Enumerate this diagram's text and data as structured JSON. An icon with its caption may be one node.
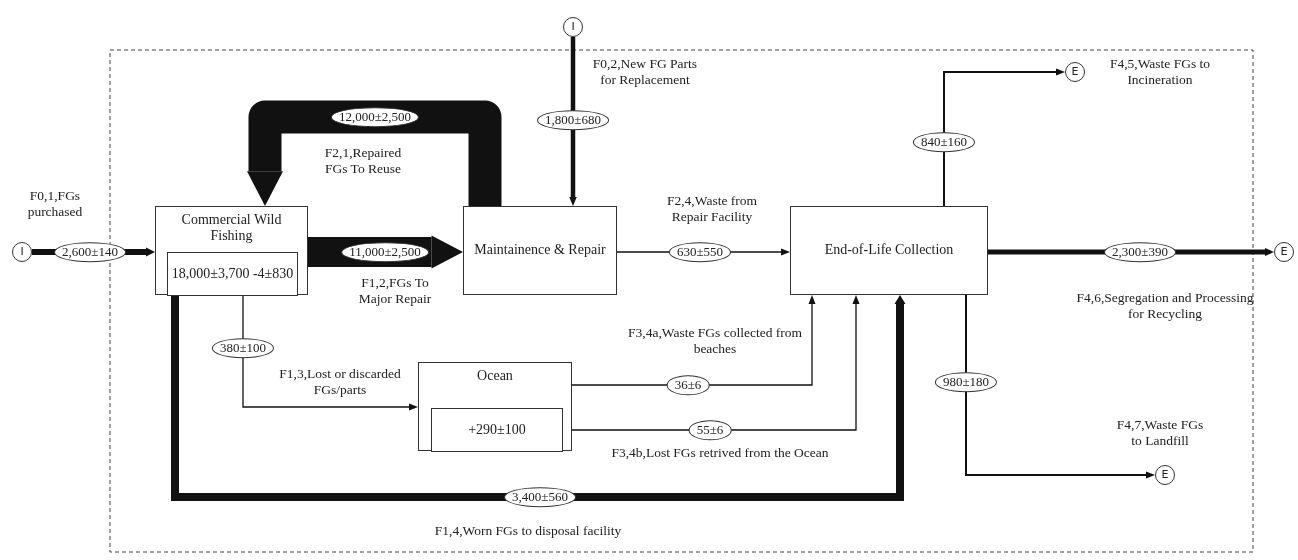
{
  "diagram": {
    "nodes": [
      {
        "text": [
          "I"
        ],
        "beside": [
          "F0,2,New FG Parts for Replacement"
        ]
      },
      {
        "text": [
          "I"
        ],
        "beside": [
          "F0,1,FGs purchased"
        ]
      },
      {
        "text": [
          "Commercial Wild Fishing"
        ]
      },
      {
        "text": [
          "18,000±3,700 -4±830"
        ],
        "in": 2
      },
      {
        "text": [
          "Maintainence & Repair"
        ]
      },
      {
        "text": [
          "End-of-Life Collection"
        ]
      },
      {
        "text": [
          "E"
        ],
        "beside": [
          "F4,5,Waste FGs to Incineration"
        ]
      },
      {
        "text": [
          "E"
        ],
        "beside": [
          "F4,6,Segregation and Processing for Recycling"
        ]
      },
      {
        "text": [
          "Ocean"
        ]
      },
      {
        "text": [
          "+290±100"
        ],
        "in": 8
      },
      {
        "text": [
          "E"
        ],
        "beside": [
          "F4,7,Waste FGs to Landfill"
        ]
      }
    ],
    "edges": [
      {
        "from": 1,
        "to": 2,
        "arrow": "to",
        "label": "2,600±140",
        "style": "thick"
      },
      {
        "from": 4,
        "to": 2,
        "arrow": "to",
        "label": "12,000±2,500",
        "style": "thick"
      },
      {
        "from": 2,
        "to": 4,
        "arrow": "to",
        "label": "11,000±2,500",
        "style": "thick"
      },
      {
        "from": 0,
        "to": 4,
        "arrow": "to",
        "label": "1,800±680",
        "style": "thick"
      },
      {
        "from": 4,
        "to": 5,
        "arrow": "to",
        "label": "630±550"
      },
      {
        "from": 5,
        "to": 6,
        "arrow": "to",
        "label": "840±160"
      },
      {
        "from": 5,
        "to": 7,
        "arrow": "to",
        "label": "2,300±390",
        "style": "thick"
      },
      {
        "from": 2,
        "to": 8,
        "arrow": "to",
        "label": "380±100"
      },
      {
        "from": 8,
        "to": 5,
        "arrow": "to",
        "label": "36±6"
      },
      {
        "from": 9,
        "to": 5,
        "arrow": "to",
        "label": "55±6"
      },
      {
        "from": 5,
        "to": 10,
        "arrow": "to",
        "label": "980±180"
      },
      {
        "from": 2,
        "to": 5,
        "arrow": "to",
        "label": "3,400±560",
        "style": "thick"
      }
    ],
    "labels": [
      "F2,1,Repaired FGs To Reuse",
      "F2,4,Waste from Repair Facility",
      "F1,2,FGs To Major Repair",
      "F3,4a,Waste FGs collected from beaches",
      "F1,3,Lost or discarded FGs/parts",
      "F3,4b,Lost FGs retrived from the Ocean",
      "F1,4,Worn FGs to disposal facility"
    ]
  }
}
